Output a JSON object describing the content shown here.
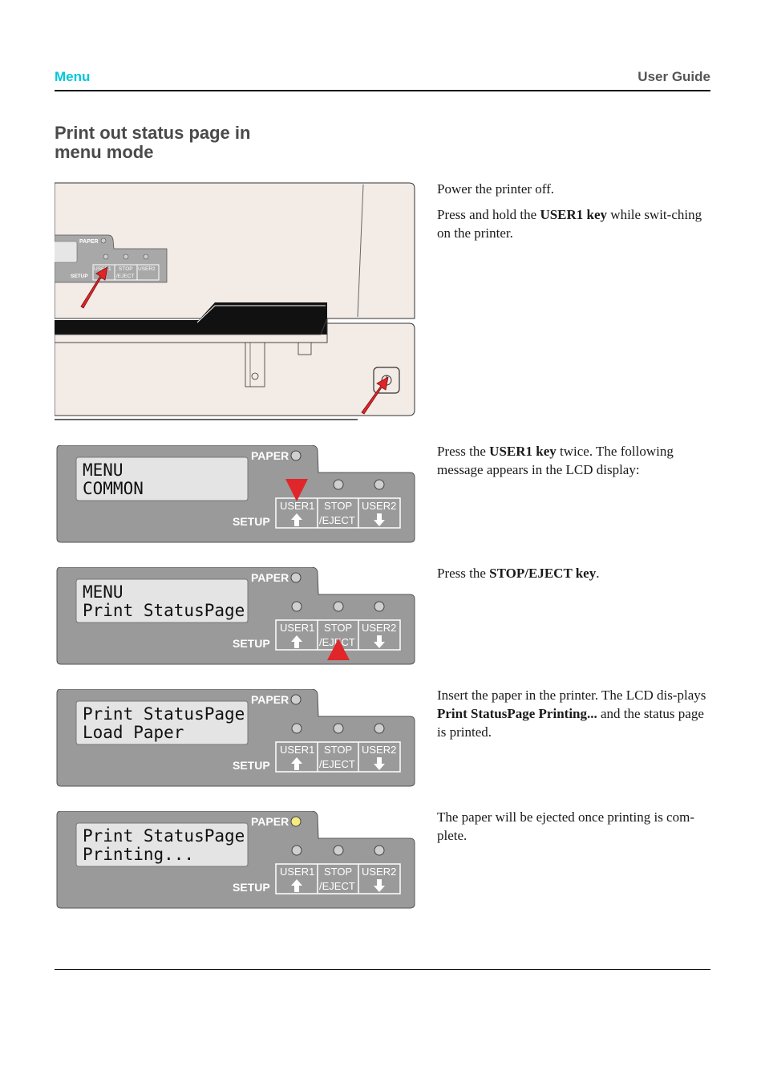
{
  "header": {
    "left": "Menu",
    "right": "User Guide"
  },
  "section_title": "Print out status page in menu mode",
  "steps": [
    {
      "paragraphs": [
        {
          "pre": "Power the printer off.",
          "bold": "",
          "post": ""
        },
        {
          "pre": "Press and hold the ",
          "bold": "USER1 key",
          "post": " while swit-ching on the printer."
        }
      ]
    },
    {
      "pre": "Press the ",
      "bold": "USER1 key",
      "post": " twice. The following message appears in the LCD display:"
    },
    {
      "pre": "Press the ",
      "bold": "STOP/EJECT key",
      "post": "."
    },
    {
      "pre": "Insert the paper in the printer. The LCD dis-plays ",
      "bold": "Print StatusPage Printing...",
      "post": " and the status page is printed."
    },
    {
      "pre": "The paper will be ejected once printing is com-plete.",
      "bold": "",
      "post": ""
    }
  ],
  "panel_labels": {
    "paper": "PAPER",
    "setup": "SETUP",
    "user1": "USER1",
    "stop_line1": "STOP",
    "stop_line2": "/EJECT",
    "user2": "USER2"
  },
  "lcd_screens": [
    {
      "line1": "MENU",
      "line2": "COMMON",
      "paper_led": "off",
      "arrow": "down-on-user1"
    },
    {
      "line1": "MENU",
      "line2": "Print StatusPage",
      "paper_led": "off",
      "arrow": "up-on-stop"
    },
    {
      "line1": "Print StatusPage",
      "line2": "Load Paper",
      "paper_led": "off",
      "arrow": "none"
    },
    {
      "line1": "Print StatusPage",
      "line2": "Printing...",
      "paper_led": "on",
      "arrow": "none"
    }
  ],
  "colors": {
    "accent_cyan": "#00c8d8",
    "panel_gray": "#9a9a9a",
    "printer_body": "#f3ebe6",
    "arrow_red": "#e0262a",
    "led_on": "#f4ec80"
  }
}
